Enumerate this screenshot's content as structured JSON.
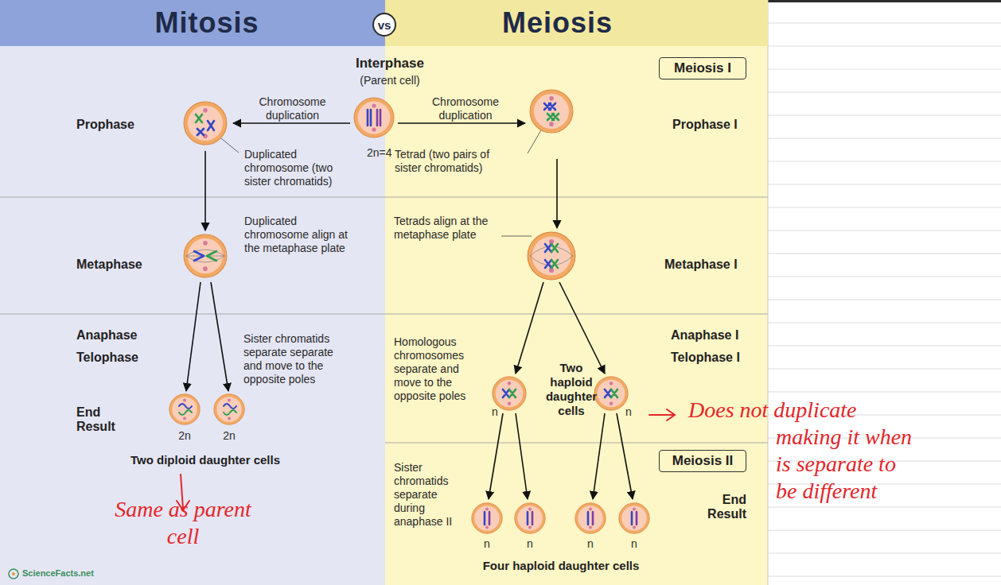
{
  "diagram": {
    "nodes": [
      {
        "text": [
          "Mitosis"
        ]
      },
      {
        "text": [
          "vs"
        ]
      },
      {
        "text": [
          "Meiosis"
        ]
      },
      {
        "text": [
          "Meiosis I"
        ]
      },
      {
        "text": [
          "Meiosis II"
        ]
      }
    ],
    "labels": [
      "Interphase",
      "(Parent cell)",
      "Prophase",
      "Chromosome duplication",
      "Chromosome duplication",
      "Prophase I",
      "Duplicated chromosome (two sister chromatids)",
      "2n=4",
      "Tetrad (two pairs of sister chromatids)",
      "Metaphase",
      "Duplicated chromosome align at the metaphase plate",
      "Tetrads align at the metaphase plate",
      "Metaphase I",
      "Anaphase",
      "Telophase",
      "Sister chromatids separate separate and move to the opposite poles",
      "Homologous chromosomes separate and move to the opposite poles",
      "Two haploid daughter cells",
      "n",
      "n",
      "Anaphase I",
      "Telophase I",
      "End Result",
      "2n",
      "2n",
      "Two diploid daughter cells",
      "Sister chromatids separate during anaphase II",
      "End Result",
      "n",
      "n",
      "n",
      "n",
      "Four haploid daughter cells",
      "ScienceFacts.net",
      "Same as parent cell",
      "Does not duplicate making it when is separate to be different"
    ]
  }
}
